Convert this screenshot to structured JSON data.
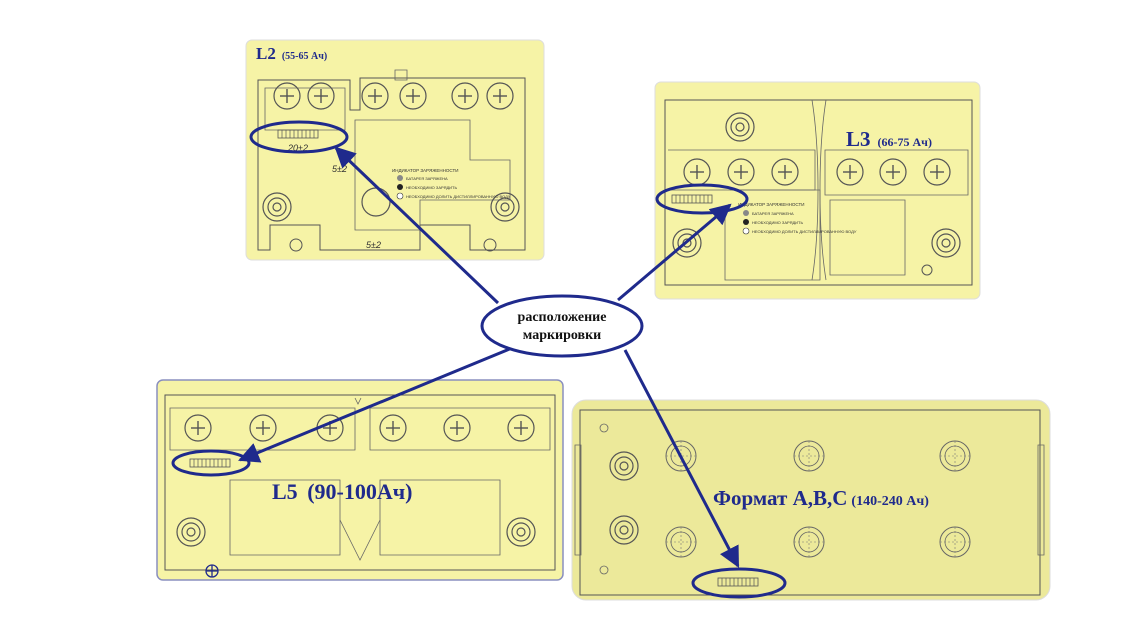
{
  "panels": {
    "l2": {
      "name": "L2",
      "range": "(55-65 Ач)",
      "dim1": "20±2",
      "dim2": "5±2",
      "dim3": "5±2"
    },
    "l3": {
      "name": "L3",
      "range": "(66-75 Ач)"
    },
    "l5": {
      "name": "L5",
      "range": "(90-100Ач)"
    },
    "abc": {
      "name": "Формат A,B,C",
      "range": "(140-240 Ач)"
    }
  },
  "center_label": {
    "line1": "расположение",
    "line2": "маркировки"
  },
  "indicator": {
    "title": "ИНДИКАТОР ЗАРЯЖЕННОСТИ",
    "items": [
      "БАТАРЕЯ ЗАРЯЖЕНА",
      "НЕОБХОДИМО ЗАРЯДИТЬ",
      "НЕОБХОДИМО ДОЛИТЬ ДИСТИЛЛИРОВАННУЮ ВОДУ"
    ]
  },
  "colors": {
    "panel_fill": "#f6f3a6",
    "accent": "#1f2a8c",
    "line": "#555555"
  }
}
